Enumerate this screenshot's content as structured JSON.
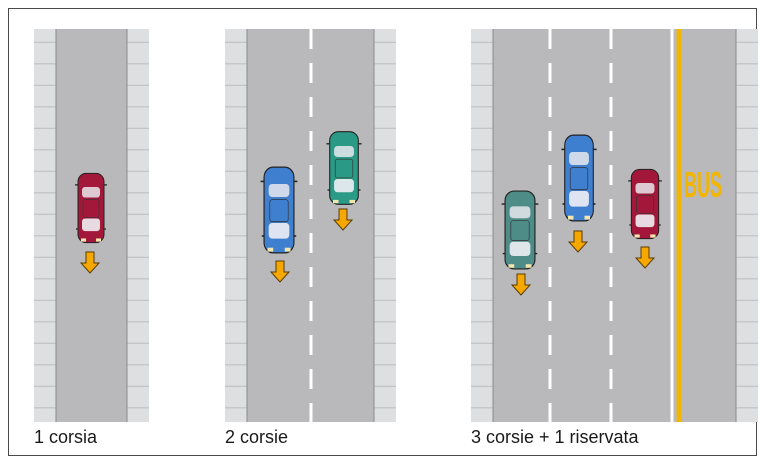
{
  "panels": [
    {
      "caption": "1 corsia",
      "lanes": 1
    },
    {
      "caption": "2 corsie",
      "lanes": 2
    },
    {
      "caption": "3 corsie + 1 riservata",
      "lanes": 4,
      "bus_lane_label": "BUS"
    }
  ],
  "colors": {
    "road": "#b9b9bb",
    "sidewalk": "#dedfe0",
    "arrow": "#f6a800",
    "bus_line": "#f2b600",
    "car_red": "#a3183a",
    "car_blue": "#3e7fcf",
    "car_teal": "#2a9a86",
    "car_slate": "#4e8c88"
  }
}
